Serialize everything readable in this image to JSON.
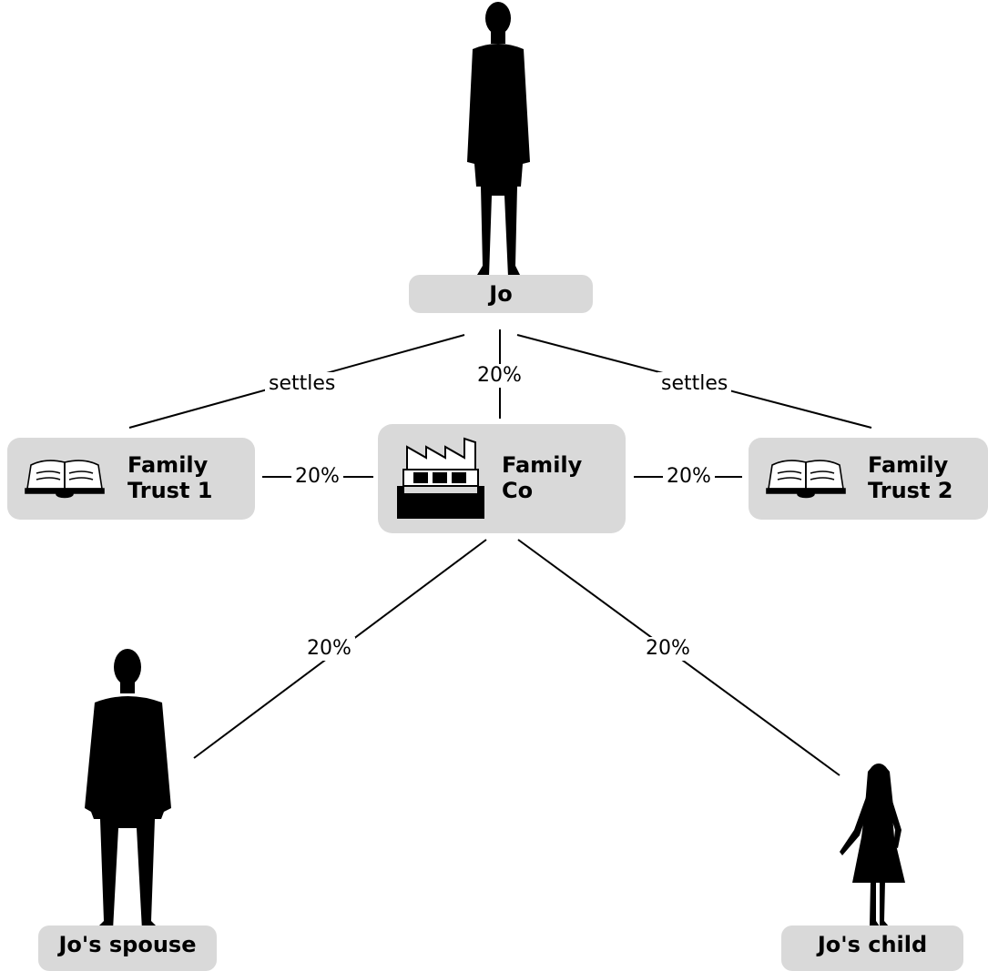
{
  "nodes": {
    "jo": {
      "label": "Jo"
    },
    "family_trust_1": {
      "line1": "Family",
      "line2": "Trust 1"
    },
    "family_co": {
      "line1": "Family",
      "line2": "Co"
    },
    "family_trust_2": {
      "line1": "Family",
      "line2": "Trust 2"
    },
    "jo_spouse": {
      "label": "Jo's spouse"
    },
    "jo_child": {
      "label": "Jo's child"
    }
  },
  "edges": {
    "jo_to_trust1": "settles",
    "jo_to_co": "20%",
    "jo_to_trust2": "settles",
    "trust1_to_co": "20%",
    "trust2_to_co": "20%",
    "co_to_spouse": "20%",
    "co_to_child": "20%"
  },
  "icons": {
    "jo": "man-silhouette-icon",
    "trusts": "open-book-icon",
    "company": "factory-icon",
    "spouse": "man-silhouette-icon",
    "child": "girl-silhouette-icon"
  },
  "colors": {
    "box": "#d9d9d9",
    "ink": "#000000",
    "background": "#ffffff"
  }
}
